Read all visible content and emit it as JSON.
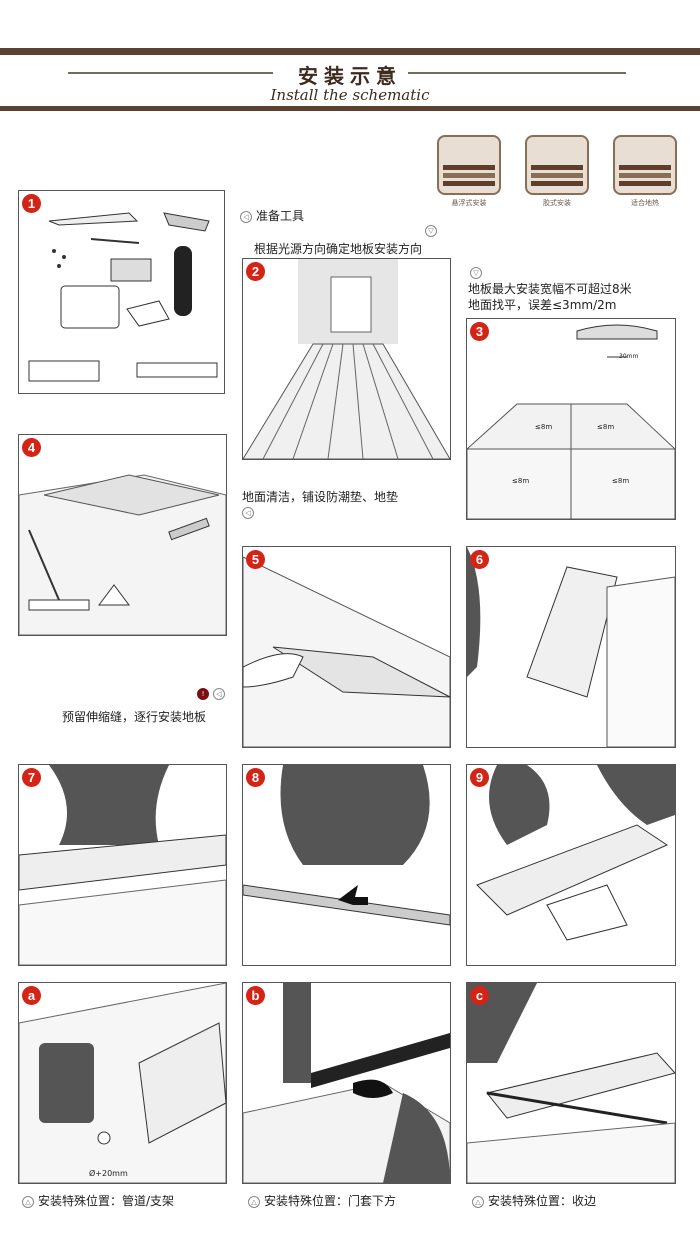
{
  "header": {
    "title_zh": "安装示意",
    "title_en": "Install the schematic"
  },
  "badges": [
    {
      "label": "悬浮式安装",
      "icon": "floating-install-icon"
    },
    {
      "label": "胶式安装",
      "icon": "glue-install-icon"
    },
    {
      "label": "适合地热",
      "icon": "floor-heating-icon"
    }
  ],
  "steps": [
    {
      "num": "1"
    },
    {
      "num": "2"
    },
    {
      "num": "3"
    },
    {
      "num": "4"
    },
    {
      "num": "5"
    },
    {
      "num": "6"
    },
    {
      "num": "7"
    },
    {
      "num": "8"
    },
    {
      "num": "9"
    },
    {
      "num": "a"
    },
    {
      "num": "b"
    },
    {
      "num": "c"
    }
  ],
  "captions": {
    "tools": "准备工具",
    "direction": "根据光源方向确定地板安装方向",
    "width_line1": "地板最大安装宽幅不可超过8米",
    "width_line2": "地面找平，误差≤3mm/2m",
    "clean": "地面清洁，铺设防潮垫、地垫",
    "gap": "预留伸缩缝，逐行安装地板",
    "special_a": "安装特殊位置：管道/支架",
    "special_b": "安装特殊位置：门套下方",
    "special_c": "安装特殊位置：收边"
  },
  "panel3_labels": {
    "gap": "30mm",
    "q1": "≤8m",
    "q2": "≤8m",
    "q3": "≤8m",
    "q4": "≤8m"
  },
  "panel_a_label": "Ø+20mm"
}
